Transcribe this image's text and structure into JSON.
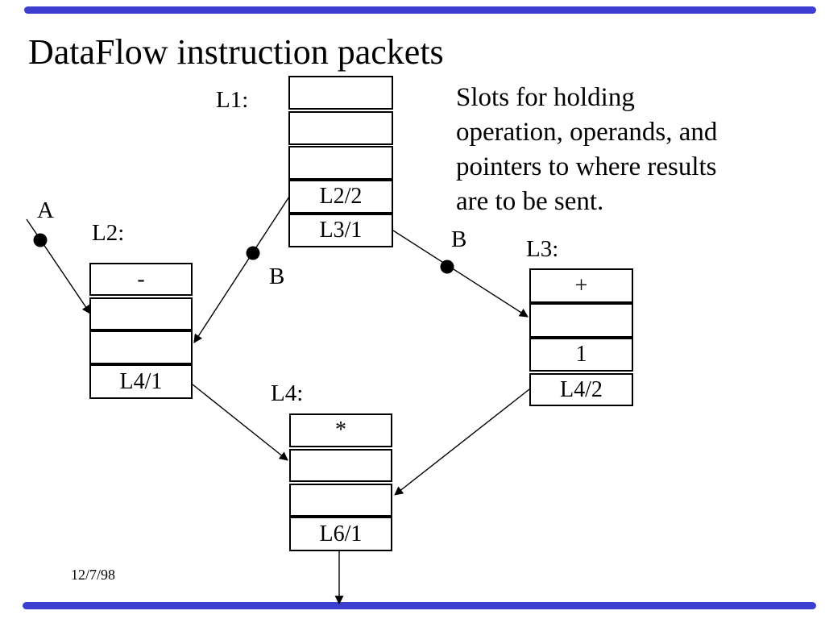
{
  "slide": {
    "title": "DataFlow instruction packets",
    "date": "12/7/98",
    "annotation": {
      "lines": [
        "Slots for holding",
        "operation, operands, and",
        "pointers to where results",
        "are to be sent."
      ]
    },
    "accent_bar_color": "#3b3ecf",
    "line_color": "#000000"
  },
  "packets": [
    {
      "id": "L1",
      "label": "L1:",
      "cells": [
        "",
        "",
        "",
        "L2/2",
        "L3/1"
      ]
    },
    {
      "id": "L2",
      "label": "L2:",
      "cells": [
        "-",
        "",
        "",
        "L4/1"
      ]
    },
    {
      "id": "L3",
      "label": "L3:",
      "cells": [
        "+",
        "",
        "1",
        "L4/2"
      ]
    },
    {
      "id": "L4",
      "label": "L4:",
      "cells": [
        "*",
        "",
        "",
        "L6/1"
      ]
    }
  ],
  "edge_labels": [
    {
      "text": "A"
    },
    {
      "text": "B"
    },
    {
      "text": "B"
    }
  ]
}
